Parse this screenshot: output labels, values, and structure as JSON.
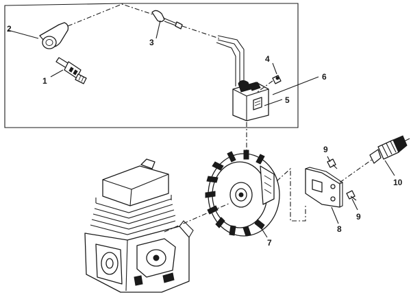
{
  "diagram": {
    "callouts": {
      "c1": "1",
      "c2": "2",
      "c3": "3",
      "c4": "4",
      "c5": "5",
      "c6": "6",
      "c7": "7",
      "c8": "8",
      "c9a": "9",
      "c9b": "9",
      "c10": "10"
    }
  }
}
